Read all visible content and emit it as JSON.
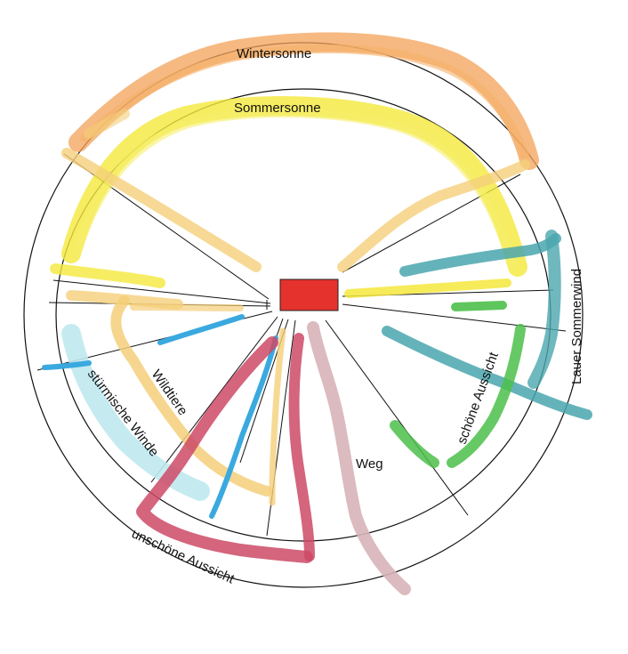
{
  "labels": {
    "wintersonne": "Wintersonne",
    "sommersonne": "Sommersonne",
    "lauer_sommerwind": "Lauer Sommerwind",
    "schoene_aussicht": "schöne Aussicht",
    "weg": "Weg",
    "wildtiere": "Wildtiere",
    "stuermische_winde": "stürmische Winde",
    "unschoene_aussicht": "unschöne Aussicht"
  },
  "colors": {
    "wintersonne": "#f3a257",
    "sommersonne": "#f4e83c",
    "light_orange": "#f5cf7a",
    "teal": "#4aa6ae",
    "green": "#4cc04a",
    "red": "#cc4a66",
    "blue": "#3aa9df",
    "light_cyan": "#bfe9ef",
    "path_pink": "#d7b4b8",
    "house": "#e5322d"
  },
  "icons": {
    "house": "house-rectangle-icon"
  }
}
